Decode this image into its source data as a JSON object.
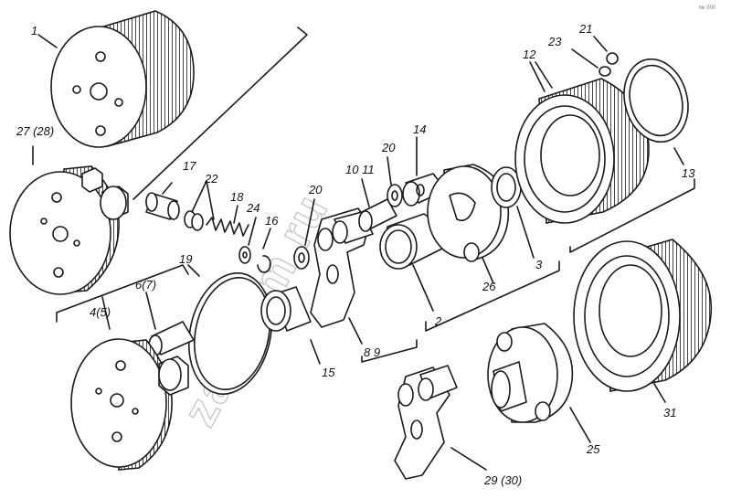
{
  "watermark": "zapkom.ru",
  "corner_mark": "№ 000",
  "labels": {
    "l1": "1",
    "l27": "27 (28)",
    "l17": "17",
    "l22": "22",
    "l18": "18",
    "l24": "24",
    "l16": "16",
    "l19": "19",
    "l67": "6(7)",
    "l45": "4(5)",
    "l20a": "20",
    "l1011": "10  11",
    "l20b": "20",
    "l14": "14",
    "l15": "15",
    "l89": "8 9",
    "l2": "2",
    "l26": "26",
    "l3": "3",
    "l12": "12",
    "l23": "23",
    "l21": "21",
    "l13": "13",
    "l31": "31",
    "l25": "25",
    "l2930": "29 (30)"
  }
}
